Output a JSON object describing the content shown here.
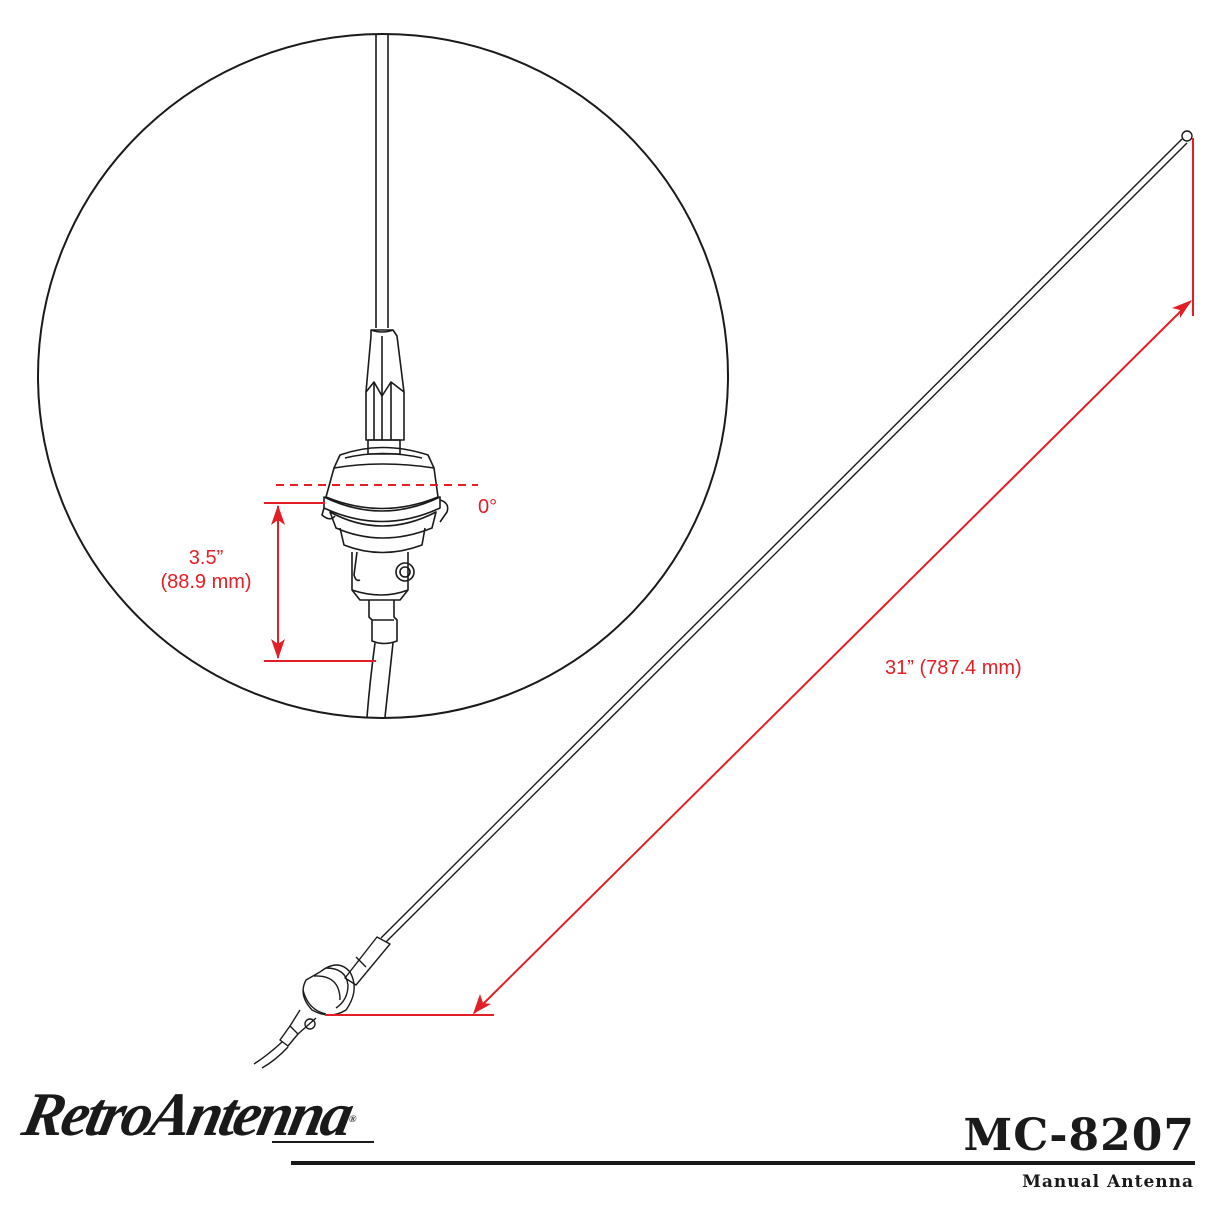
{
  "diagram": {
    "detail_view": {
      "height_dimension": {
        "inches": "3.5”",
        "metric": "(88.9 mm)"
      },
      "angle_label": "0°"
    },
    "mast_length_label": "31” (787.4 mm)",
    "colors": {
      "dimension": "#e31e24",
      "linework": "#1a1a1a",
      "background": "#ffffff"
    }
  },
  "branding": {
    "logo_text": "RetroAntenna",
    "registered_mark": "®"
  },
  "product": {
    "model": "MC-8207",
    "description": "Manual Antenna"
  }
}
